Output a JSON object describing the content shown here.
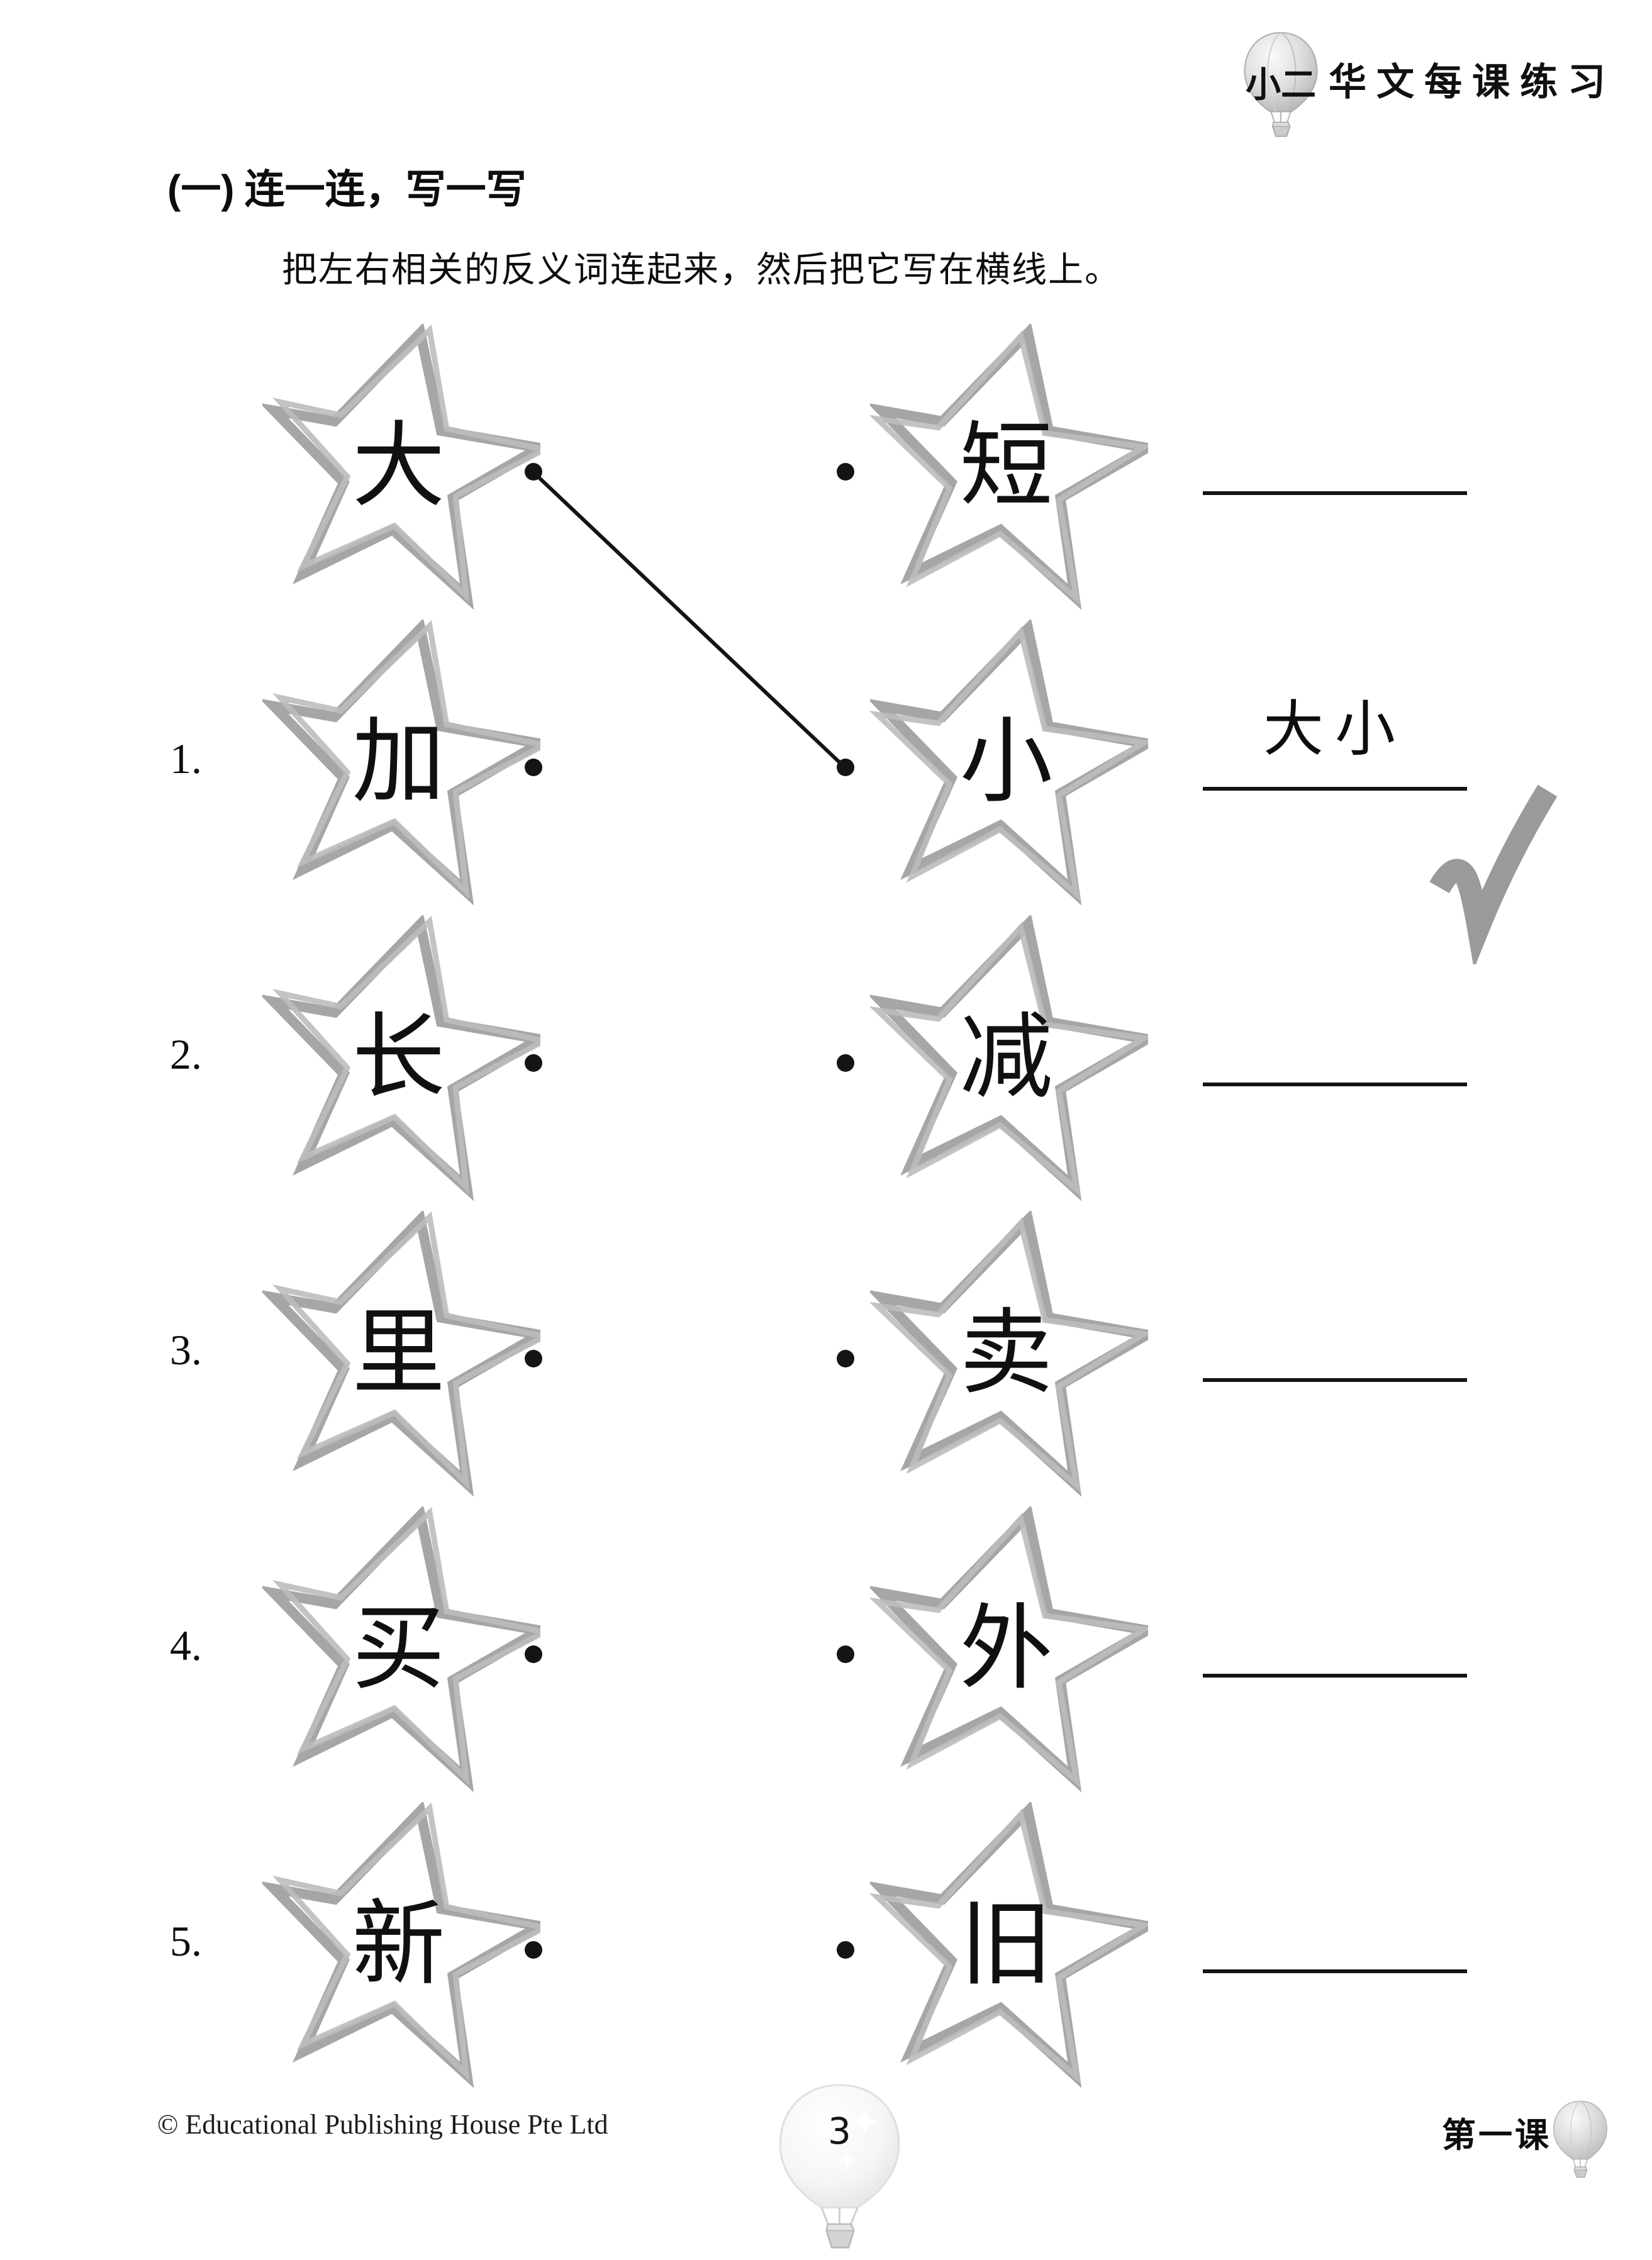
{
  "header": {
    "logo_text": "小二",
    "series_title": "华文每课练习"
  },
  "exercise": {
    "section_label": "(一)",
    "title": "连一连，写一写",
    "instruction": "把左右相关的反义词连起来，然后把它写在横线上。"
  },
  "matching": {
    "rows": [
      {
        "number": "",
        "left": "大",
        "right": "短",
        "answer": "",
        "checked": false
      },
      {
        "number": "1.",
        "left": "加",
        "right": "小",
        "answer": "大小",
        "checked": true
      },
      {
        "number": "2.",
        "left": "长",
        "right": "减",
        "answer": "",
        "checked": false
      },
      {
        "number": "3.",
        "left": "里",
        "right": "卖",
        "answer": "",
        "checked": false
      },
      {
        "number": "4.",
        "left": "买",
        "right": "外",
        "answer": "",
        "checked": false
      },
      {
        "number": "5.",
        "left": "新",
        "right": "旧",
        "answer": "",
        "checked": false
      }
    ],
    "example_connection": {
      "from_row": 0,
      "from_side": "left",
      "to_row": 1,
      "to_side": "right"
    }
  },
  "footer": {
    "copyright": "© Educational Publishing House Pte Ltd",
    "page_number": "3",
    "lesson": "第一课"
  },
  "colors": {
    "ink": "#141414",
    "star_outline": "#a6a6a6",
    "star_outline_light": "#bdbdbd",
    "check": "#9a9a9a"
  }
}
